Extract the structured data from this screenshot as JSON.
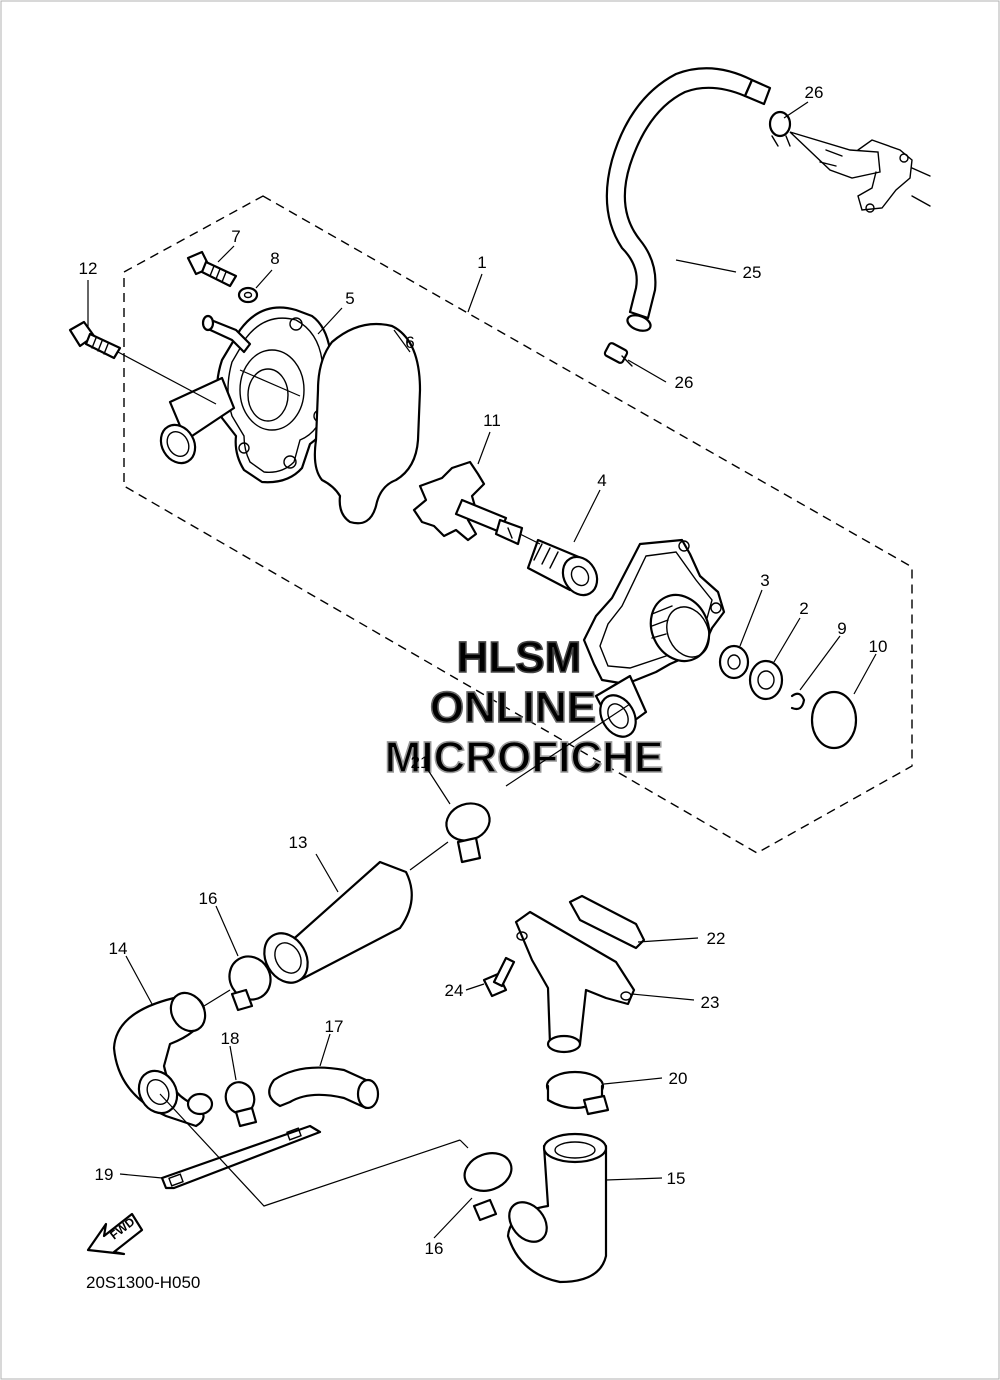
{
  "diagram": {
    "code": "20S1300-H050",
    "fwd_label": "FWD",
    "watermark": [
      "HLSM",
      "ONLINE",
      "MICROFICHE"
    ],
    "callouts": [
      "1",
      "2",
      "3",
      "4",
      "5",
      "6",
      "7",
      "8",
      "9",
      "10",
      "11",
      "12",
      "13",
      "14",
      "15",
      "16",
      "16",
      "17",
      "18",
      "19",
      "20",
      "21",
      "22",
      "23",
      "24",
      "25",
      "26",
      "26"
    ]
  }
}
